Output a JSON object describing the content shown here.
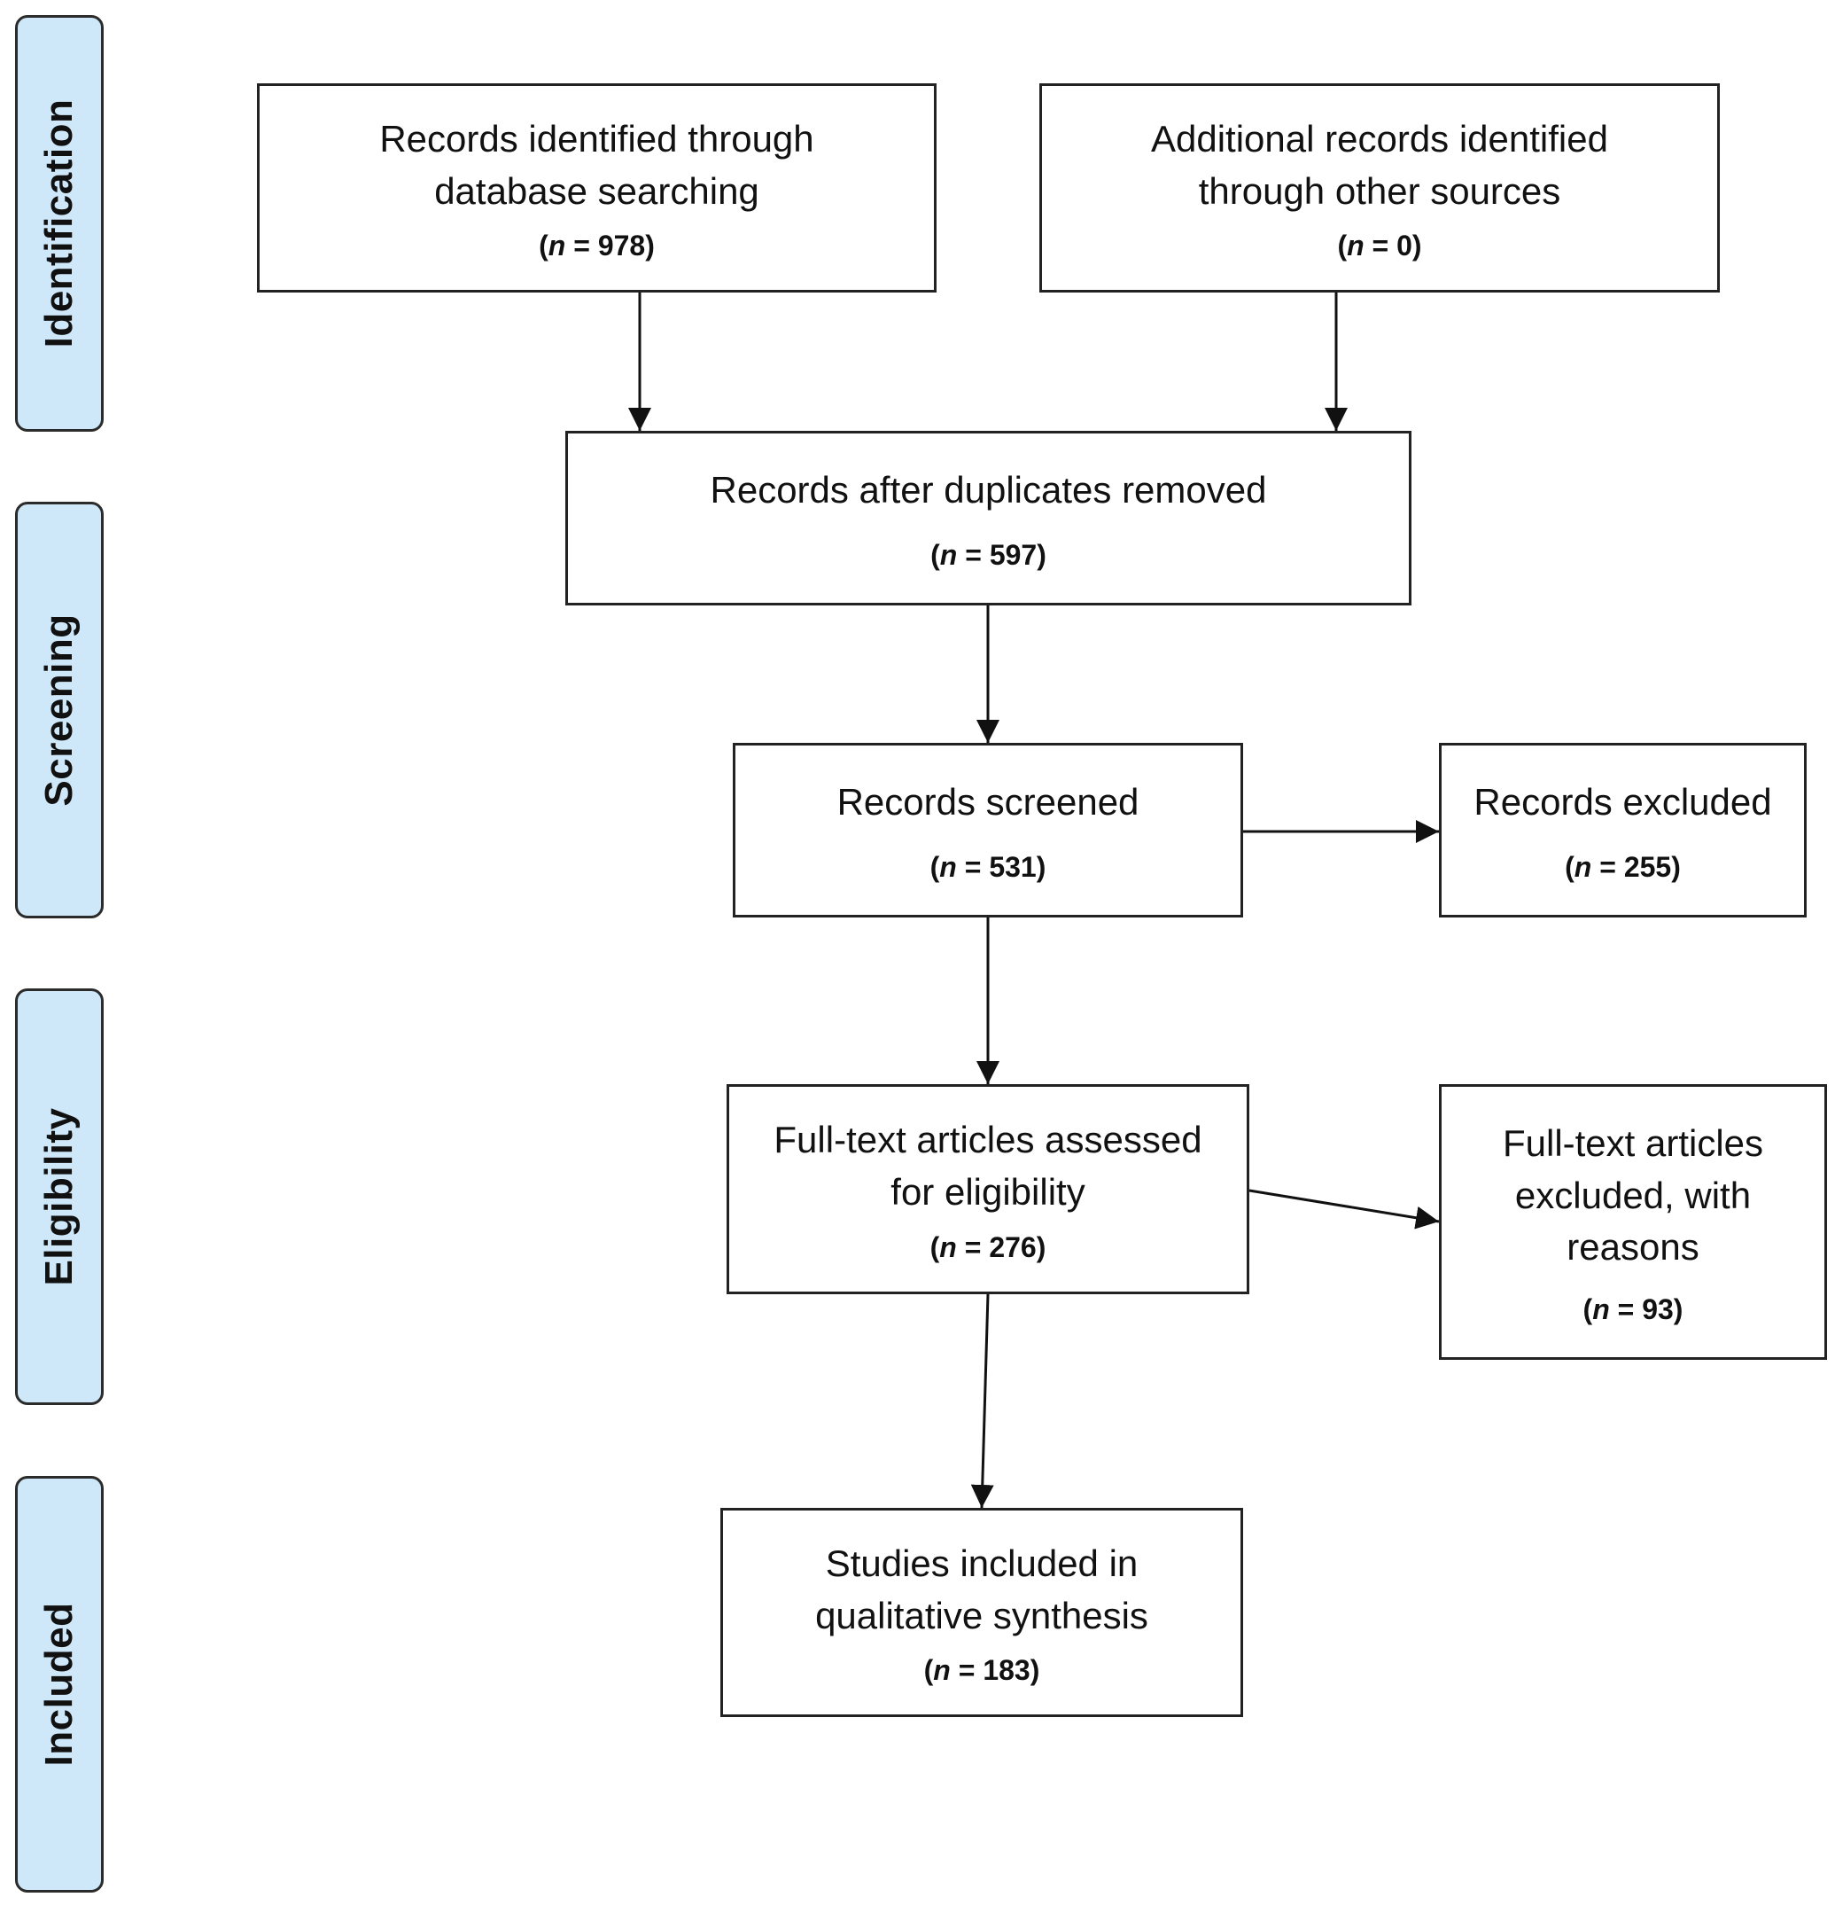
{
  "stages": [
    {
      "id": "identification",
      "label": "Identification"
    },
    {
      "id": "screening",
      "label": "Screening"
    },
    {
      "id": "eligibility",
      "label": "Eligibility"
    },
    {
      "id": "included",
      "label": "Included"
    }
  ],
  "boxes": {
    "database_search": {
      "label": "Records identified through database searching",
      "n_symbol": "n",
      "n_value": "978"
    },
    "other_sources": {
      "label": "Additional records identified through other sources",
      "n_symbol": "n",
      "n_value": "0"
    },
    "after_duplicates": {
      "label": "Records after duplicates removed",
      "n_symbol": "n",
      "n_value": "597"
    },
    "screened": {
      "label": "Records screened",
      "n_symbol": "n",
      "n_value": "531"
    },
    "excluded": {
      "label": "Records excluded",
      "n_symbol": "n",
      "n_value": "255"
    },
    "fulltext_assessed": {
      "label": "Full-text articles assessed for eligibility",
      "n_symbol": "n",
      "n_value": "276"
    },
    "fulltext_excluded": {
      "label": "Full-text articles excluded, with reasons",
      "n_symbol": "n",
      "n_value": "93"
    },
    "included_studies": {
      "label": "Studies included in qualitative synthesis",
      "n_symbol": "n",
      "n_value": "183"
    }
  },
  "edges": [
    {
      "from": "database_search",
      "to": "after_duplicates"
    },
    {
      "from": "other_sources",
      "to": "after_duplicates"
    },
    {
      "from": "after_duplicates",
      "to": "screened"
    },
    {
      "from": "screened",
      "to": "excluded"
    },
    {
      "from": "screened",
      "to": "fulltext_assessed"
    },
    {
      "from": "fulltext_assessed",
      "to": "fulltext_excluded"
    },
    {
      "from": "fulltext_assessed",
      "to": "included_studies"
    }
  ]
}
